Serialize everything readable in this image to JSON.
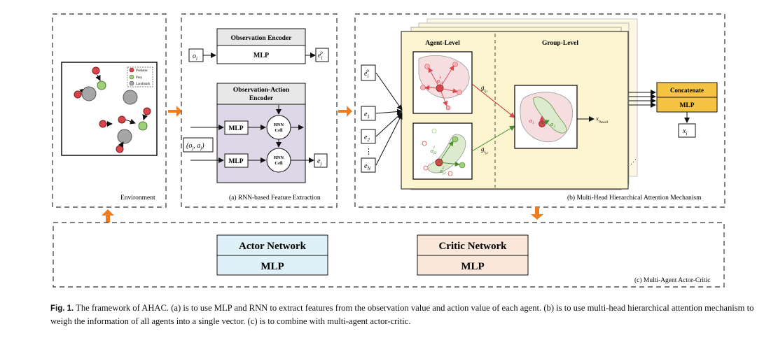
{
  "panels": {
    "environment": "Environment",
    "feature_extraction": "(a) RNN-based Feature Extraction",
    "attention": "(b) Multi-Head Hierarchical Attention Mechanism",
    "actor_critic": "(c) Multi-Agent Actor-Critic"
  },
  "legend": {
    "predator": "Predator",
    "prey": "Prey",
    "landmark": "Landmark"
  },
  "encoder": {
    "obs_title": "Observation Encoder",
    "mlp": "MLP",
    "oa_title_1": "Observation-Action",
    "oa_title_2": "Encoder",
    "rnn_1": "RNN",
    "rnn_2": "Cell",
    "input_o": "o",
    "input_o_sub": "i",
    "input_oa": "(o",
    "input_oa_sub": "j",
    "input_oa_mid": ", a",
    "input_oa_end": ")",
    "out_e": "e",
    "out_e_sub": "i",
    "out_e_sup": "o",
    "out_ej": "e",
    "out_ej_sub": "j"
  },
  "attention": {
    "agent_level": "Agent-Level",
    "group_level": "Group-Level",
    "inputs": [
      {
        "base": "e",
        "sub": "i",
        "sup": "o"
      },
      {
        "base": "e",
        "sub": "1",
        "sup": ""
      },
      {
        "base": "e",
        "sub": "2",
        "sup": ""
      },
      {
        "base": "e",
        "sub": "N",
        "sup": ""
      }
    ],
    "ellipsis": "⋮",
    "g1": "g",
    "g1_sub": "i",
    "g1_subsub": "j1",
    "g2": "g",
    "g2_sub": "i",
    "g2_subsub": "j2",
    "alpha1": "α",
    "alpha1_sub": "1",
    "alpha2": "α",
    "alpha2_sub": "2",
    "alpha_top": "α",
    "alpha_top_sub": "j1",
    "alpha_top_sup": "k",
    "alpha_bot1": "α",
    "alpha_bot1_sub": "j2",
    "alpha_bot1_sup": "1",
    "alpha_bot2": "α",
    "alpha_bot2_sub": "j2",
    "alpha_bot2_sup": "2",
    "xhead": "x",
    "xhead_sub": "i",
    "xhead_subsub": "head1",
    "concat": "Concatenate",
    "mlp": "MLP",
    "out": "x",
    "out_sub": "i"
  },
  "actor_critic": {
    "actor_title": "Actor Network",
    "actor_mlp": "MLP",
    "critic_title": "Critic Network",
    "critic_mlp": "MLP"
  },
  "caption": {
    "label": "Fig. 1.",
    "text": "The framework of AHAC. (a) is to use MLP and RNN to extract features from the observation value and action value of each agent. (b) is to use multi-head hierarchical attention mechanism to weigh the information of all agents into a single vector. (c) is to combine with multi-agent actor-critic."
  },
  "colors": {
    "arrow_orange": "#ee7d22",
    "predator": "#d9454b",
    "prey": "#9fd07a",
    "landmark": "#a6a6a6",
    "encoder_header": "#e8e8e8",
    "oa_encoder_bg": "#ded7e8",
    "attention_bg": "#fcf5d0",
    "pink_blob": "#f6dde0",
    "green_blob": "#dcebcd",
    "concat": "#f5c342",
    "actor_header": "#dff1f8",
    "critic_header": "#fbe7da"
  }
}
